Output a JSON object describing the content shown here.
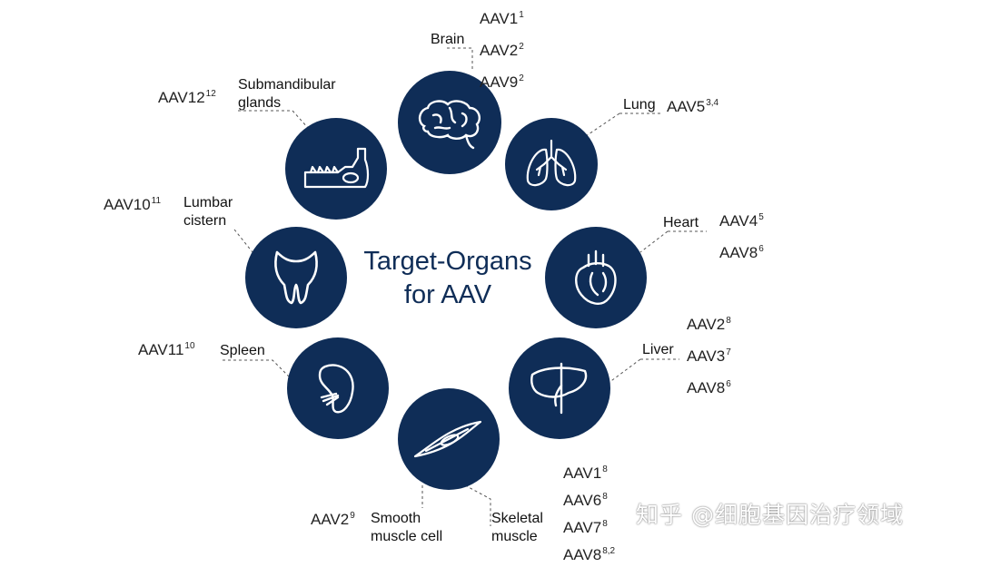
{
  "title": {
    "line1": "Target-Organs",
    "line2": "for AAV"
  },
  "organs": {
    "brain": {
      "label": "Brain",
      "icon": "brain-icon",
      "vectors": [
        {
          "name": "AAV1",
          "ref": "1"
        },
        {
          "name": "AAV2",
          "ref": "2"
        },
        {
          "name": "AAV9",
          "ref": "2"
        }
      ]
    },
    "lung": {
      "label": "Lung",
      "icon": "lungs-icon",
      "vectors": [
        {
          "name": "AAV5",
          "ref": "3,4"
        }
      ]
    },
    "heart": {
      "label": "Heart",
      "icon": "heart-icon",
      "vectors": [
        {
          "name": "AAV4",
          "ref": "5"
        },
        {
          "name": "AAV8",
          "ref": "6"
        }
      ]
    },
    "liver": {
      "label": "Liver",
      "icon": "liver-icon",
      "vectors": [
        {
          "name": "AAV2",
          "ref": "8"
        },
        {
          "name": "AAV3",
          "ref": "7"
        },
        {
          "name": "AAV8",
          "ref": "6"
        }
      ]
    },
    "skeletal_muscle": {
      "label_line1": "Skeletal",
      "label_line2": "muscle",
      "icon": "muscle-icon",
      "vectors": [
        {
          "name": "AAV1",
          "ref": "8"
        },
        {
          "name": "AAV6",
          "ref": "8"
        },
        {
          "name": "AAV7",
          "ref": "8"
        },
        {
          "name": "AAV8",
          "ref": "8,2"
        }
      ]
    },
    "smooth_muscle": {
      "label_line1": "Smooth",
      "label_line2": "muscle cell",
      "icon": "smooth-muscle-cell-icon",
      "vectors": [
        {
          "name": "AAV2",
          "ref": "9"
        }
      ]
    },
    "spleen": {
      "label": "Spleen",
      "icon": "spleen-icon",
      "vectors": [
        {
          "name": "AAV11",
          "ref": "10"
        }
      ]
    },
    "lumbar": {
      "label_line1": "Lumbar",
      "label_line2": "cistern",
      "icon": "tooth-icon",
      "vectors": [
        {
          "name": "AAV10",
          "ref": "11"
        }
      ]
    },
    "submandibular": {
      "label_line1": "Submandibular",
      "label_line2": "glands",
      "icon": "jaw-icon",
      "vectors": [
        {
          "name": "AAV12",
          "ref": "12"
        }
      ]
    }
  },
  "watermark": "知乎 @细胞基因治疗领域",
  "colors": {
    "circle": "#0f2d57",
    "title": "#0f2d57",
    "connector": "#555555"
  }
}
